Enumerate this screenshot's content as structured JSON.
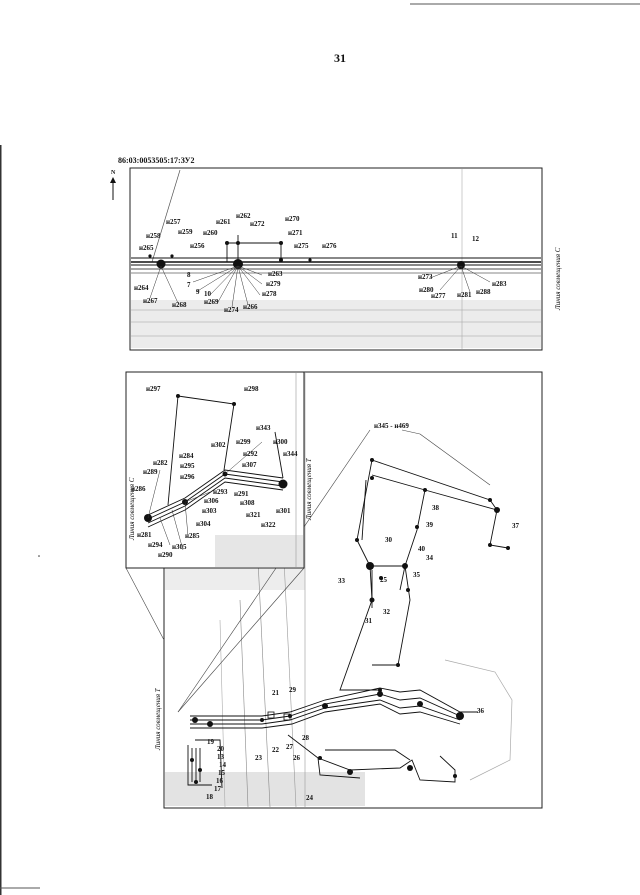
{
  "page_number": "31",
  "top_panel": {
    "cadastral_number": "86:03:0053505:17:ЗУ2",
    "north_label": "N",
    "side_label": "Линия совмещения С",
    "labels": [
      "н257",
      "н258",
      "н259",
      "н260",
      "н261",
      "н262",
      "н272",
      "н270",
      "н271",
      "н275",
      "н276",
      "н265",
      "н256",
      "н263",
      "н279",
      "н278",
      "н264",
      "н267",
      "н268",
      "н269",
      "н274",
      "н266",
      "7",
      "8",
      "9",
      "10",
      "11",
      "12",
      "н273",
      "н280",
      "н277",
      "н281",
      "н288",
      "н283"
    ]
  },
  "inset_panel": {
    "side_label_left": "Линия совмещения С",
    "side_label_right": "Линия совмещения Т",
    "labels": [
      "н297",
      "н298",
      "н343",
      "н302",
      "н299",
      "н300",
      "н292",
      "н344",
      "н307",
      "н284",
      "н295",
      "н282",
      "н296",
      "н289",
      "н286",
      "н293",
      "н291",
      "н306",
      "н308",
      "н303",
      "н321",
      "н301",
      "н304",
      "н322",
      "н285",
      "н281",
      "н294",
      "н305",
      "н290"
    ]
  },
  "main_panel": {
    "side_label": "Линия совмещения Т",
    "labels": [
      "н345 - н469",
      "38",
      "37",
      "39",
      "30",
      "40",
      "34",
      "25",
      "33",
      "35",
      "32",
      "31",
      "36",
      "21",
      "29",
      "28",
      "27",
      "19",
      "20",
      "13",
      "14",
      "15",
      "16",
      "17",
      "18",
      "22",
      "23",
      "26",
      "24"
    ]
  },
  "colors": {
    "ink": "#111111",
    "panel_border": "#222222",
    "shade": "#d4d4d4"
  },
  "icons": [
    "north-arrow-icon"
  ]
}
